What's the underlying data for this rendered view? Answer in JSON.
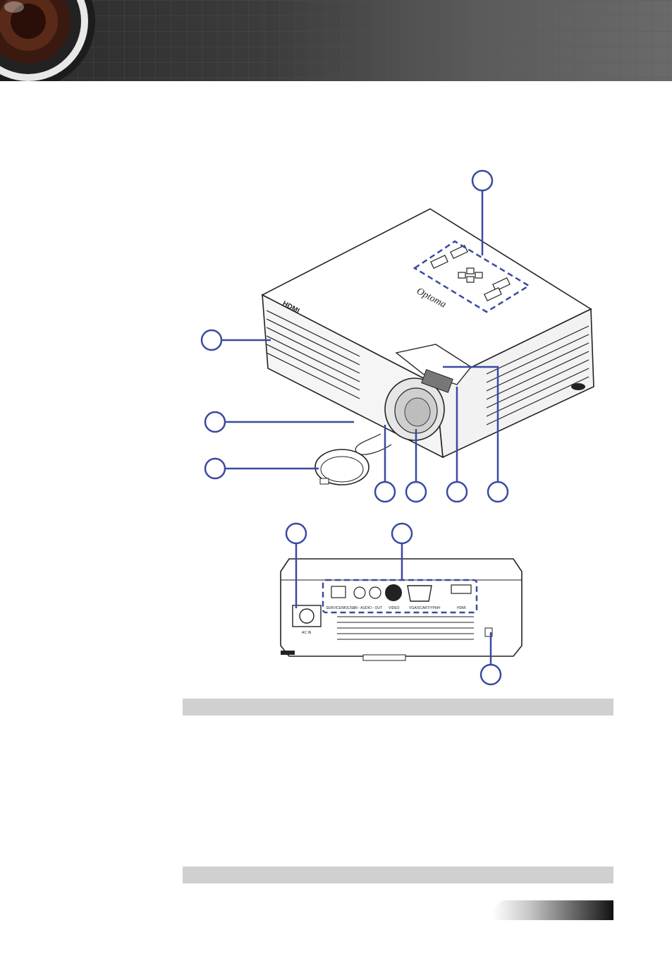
{
  "top_view": {
    "brand": "Optoma",
    "hdmi_badge": "HDMI"
  },
  "rear_panel": {
    "ports": {
      "service_mouse": "SERVICE/MOUSE",
      "audio": "IN - AUDIO - OUT",
      "video": "VIDEO",
      "vga": "VGA/SCART/YPbPr",
      "hdmi": "HDMI"
    },
    "ac_in": "AC IN"
  },
  "colors": {
    "callout_stroke": "#3b4aa0",
    "section_bar": "#d0d0d0"
  },
  "icons": [
    "lens-icon"
  ]
}
